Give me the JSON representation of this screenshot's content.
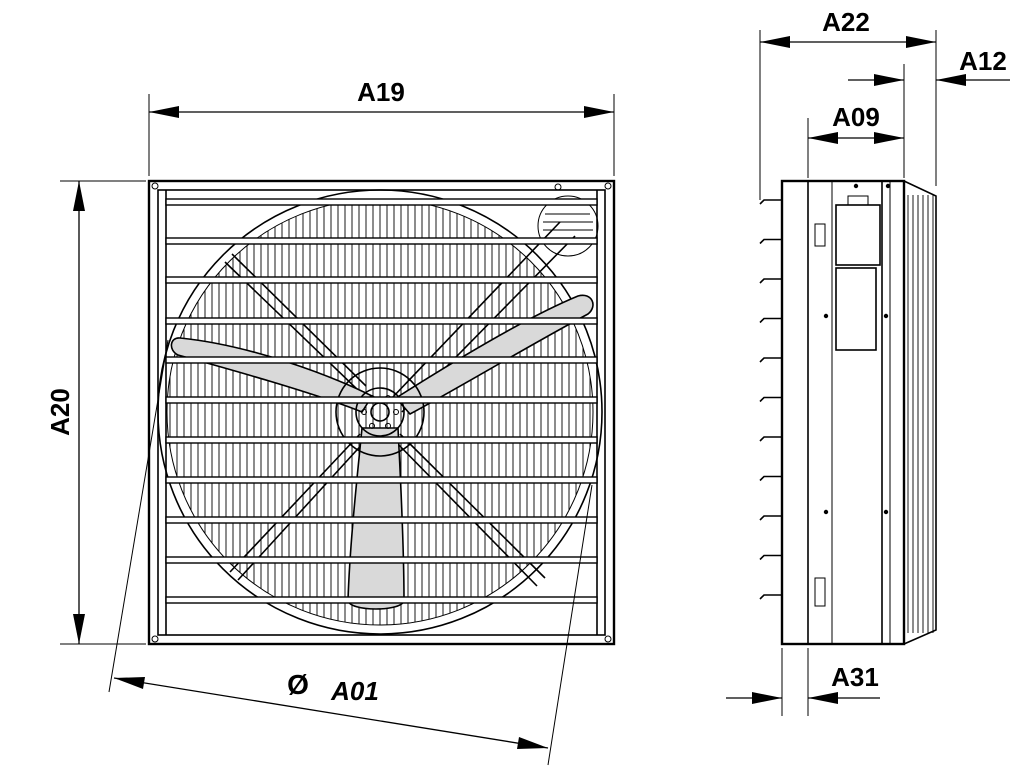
{
  "dimensions": {
    "width": "A19",
    "height": "A20",
    "diameter_symbol": "Ø",
    "diameter": "A01",
    "depth_total": "A22",
    "depth_a12": "A12",
    "depth_a09": "A09",
    "depth_a31": "A31"
  },
  "colors": {
    "line": "#000000",
    "blade_fill": "#d9d9d9",
    "background": "#ffffff"
  }
}
